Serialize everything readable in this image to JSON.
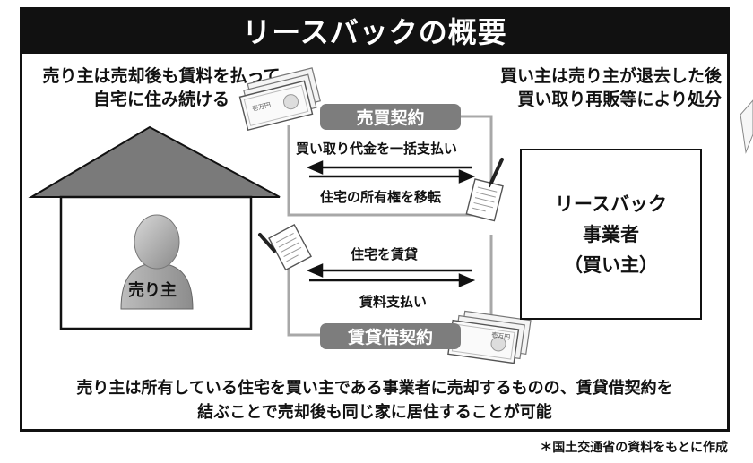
{
  "title": "リースバックの概要",
  "seller_note": [
    "売り主は売却後も賃料を払って",
    "自宅に住み続ける"
  ],
  "buyer_note": [
    "買い主は売り主が退去した後",
    "買い取り再販等により処分"
  ],
  "contracts": {
    "sale": {
      "label": "売買契約",
      "upper_arrow_label": "買い取り代金を一括支払い",
      "lower_arrow_label": "住宅の所有権を移転"
    },
    "lease": {
      "label": "賃貸借契約",
      "upper_arrow_label": "住宅を賃貸",
      "lower_arrow_label": "賃料支払い"
    }
  },
  "seller_label": "売り主",
  "business_label": [
    "リースバック",
    "事業者",
    "（買い主）"
  ],
  "summary": [
    "売り主は所有している住宅を買い主である事業者に売却するものの、賃貸借契約を",
    "結ぶことで売却後も同じ家に居住することが可能"
  ],
  "banknote_text": "壱万円",
  "source_note": "＊国土交通省の資料をもとに作成"
}
